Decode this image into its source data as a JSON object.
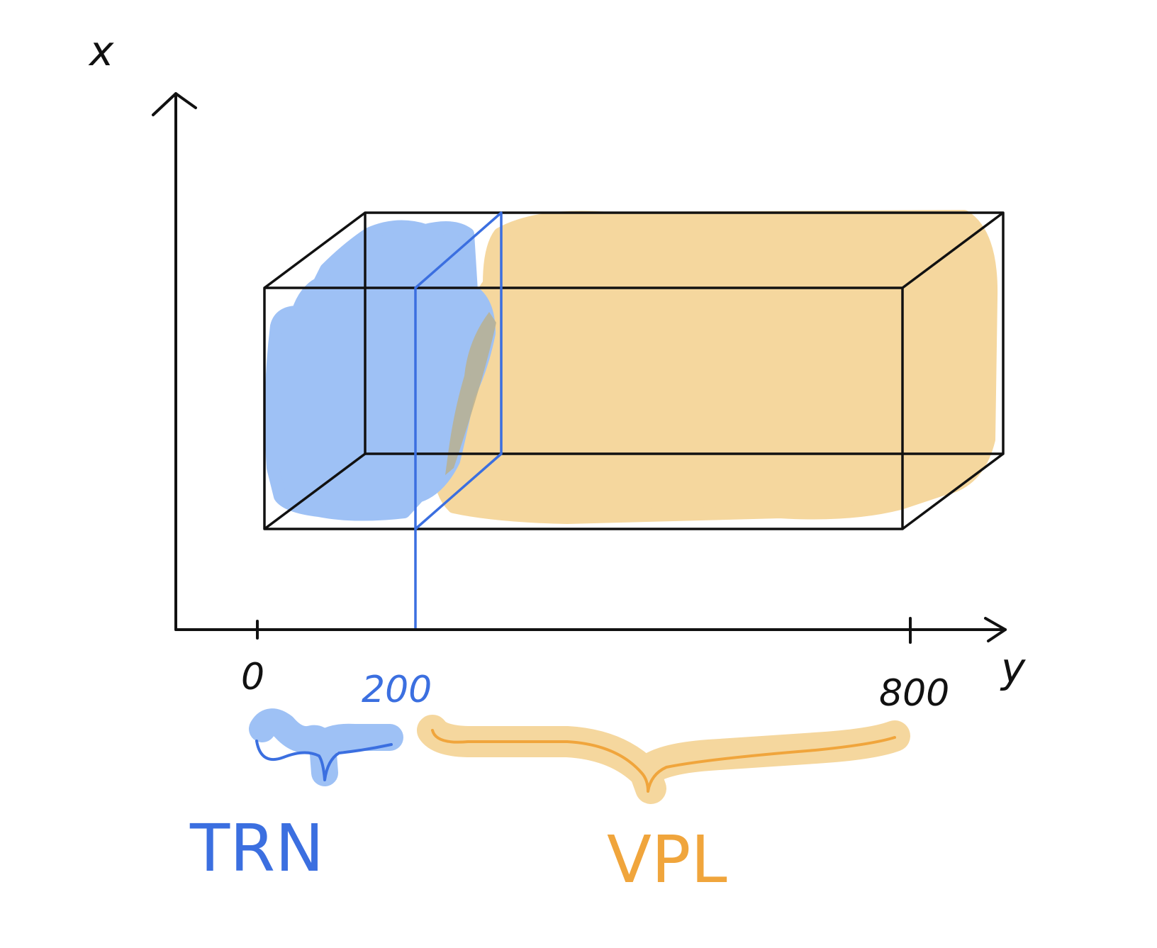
{
  "axes": {
    "vertical_label": "x",
    "horizontal_label": "y"
  },
  "ticks": [
    {
      "value": 0,
      "label": "0",
      "color": "#111111"
    },
    {
      "value": 200,
      "label": "200",
      "color": "#3b6fe0"
    },
    {
      "value": 800,
      "label": "800",
      "color": "#111111"
    }
  ],
  "segments": [
    {
      "label": "TRN",
      "from": 0,
      "to": 200,
      "color": "#3b6fe0",
      "fill": "#9ec1f5"
    },
    {
      "label": "VPL",
      "from": 200,
      "to": 800,
      "color": "#f0a53c",
      "fill": "#f5d79e"
    }
  ],
  "colors": {
    "ink": "#111111",
    "trn_line": "#3b6fe0",
    "trn_fill": "#9ec1f5",
    "vpl_line": "#f0a53c",
    "vpl_fill": "#f5d79e"
  }
}
